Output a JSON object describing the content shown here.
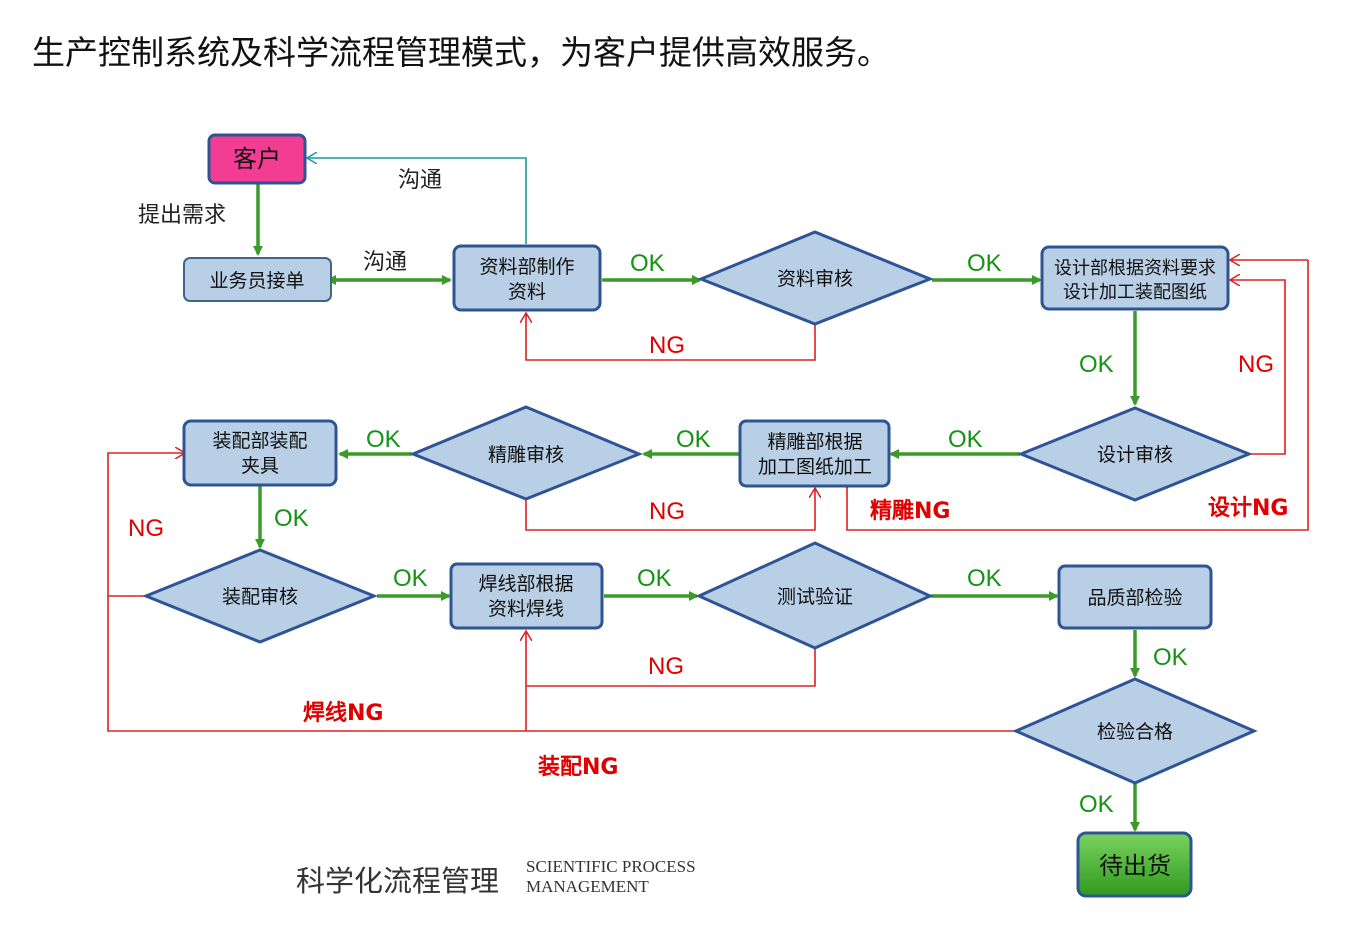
{
  "title": "生产控制系统及科学流程管理模式，为客户提供高效服务。",
  "footer": {
    "chinese": "科学化流程管理",
    "english_line1": "SCIENTIFIC PROCESS",
    "english_line2": "MANAGEMENT"
  },
  "nodes": {
    "customer": "客户",
    "salesperson": "业务员接单",
    "data_make_1": "资料部制作",
    "data_make_2": "资料",
    "data_review": "资料审核",
    "design_1": "设计部根据资料要求",
    "design_2": "设计加工装配图纸",
    "design_review": "设计审核",
    "carving_1": "精雕部根据",
    "carving_2": "加工图纸加工",
    "carving_review": "精雕审核",
    "assembly_1": "装配部装配",
    "assembly_2": "夹具",
    "assembly_review": "装配审核",
    "welding_1": "焊线部根据",
    "welding_2": "资料焊线",
    "test": "测试验证",
    "qc": "品质部检验",
    "inspection": "检验合格",
    "ship": "待出货"
  },
  "labels": {
    "raise_demand": "提出需求",
    "communicate": "沟通",
    "ok": "OK",
    "ng": "NG",
    "carving_ng": "精雕NG",
    "design_ng": "设计NG",
    "welding_ng": "焊线NG",
    "assembly_ng": "装配NG"
  },
  "colors": {
    "node_fill": "#b8cfe6",
    "node_border": "#2f5496",
    "customer_fill": "#f23d92",
    "ship_fill": "#4cb836",
    "ok_arrow": "#3a9b29",
    "ng_line": "#e02020",
    "comm_line": "#1a9a9a"
  }
}
